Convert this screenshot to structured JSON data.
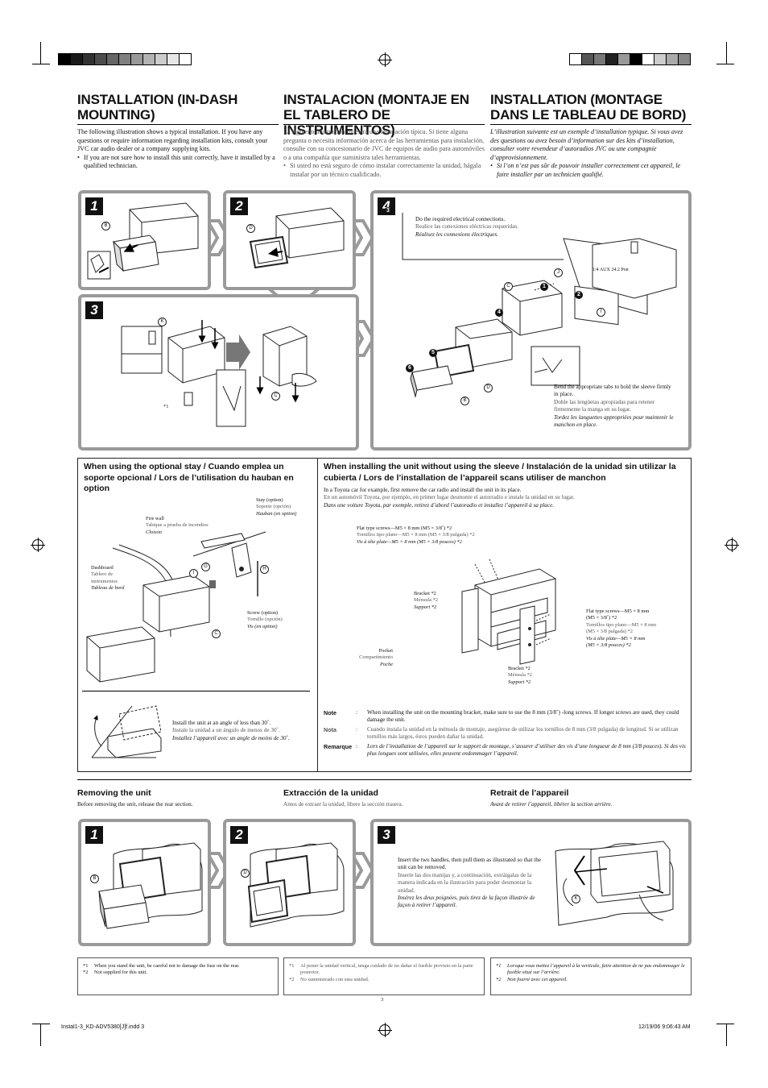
{
  "colors": {
    "panel_border": "#9a9a9a",
    "black": "#111111"
  },
  "colorbar_left": [
    "#000000",
    "#1a1a1a",
    "#333333",
    "#4d4d4d",
    "#666666",
    "#808080",
    "#999999",
    "#b3b3b3",
    "#cccccc",
    "#e6e6e6",
    "#ffffff"
  ],
  "colorbar_right": [
    "#ffffff",
    "#555555",
    "#777777",
    "#222222",
    "#999999",
    "#000000",
    "#ffffff",
    "#cccccc",
    "#aaaaaa",
    "#888888"
  ],
  "headings": {
    "en": "INSTALLATION (IN-DASH MOUNTING)",
    "es": "INSTALACION (MONTAJE EN EL TABLERO DE INSTRUMENTOS)",
    "fr": "INSTALLATION (MONTAGE DANS LE TABLEAU DE BORD)"
  },
  "intro": {
    "en": {
      "p": "The following illustration shows a typical installation. If you have any questions or require information regarding installation kits, consult your JVC car audio dealer or a company supplying kits.",
      "bullet": "If you are not sure how to install this unit correctly, have it installed by a qualified technician."
    },
    "es": {
      "p": "La siguiente ilustración muestra una instalación típica. Si tiene alguna pregunta o necesita información acerca de las herramientas para instalación, consulte con su concesionario de JVC de equipos de audio para automóviles o a una compañía que suministra tales herramientas.",
      "bullet": "Si usted no está seguro de cómo instalar correctamente la unidad, hágala instalar por un técnico cualificado."
    },
    "fr": {
      "p": "L’illustration suivante est un exemple d’installation typique. Si vous avez des questions ou avez besoin d’information sur des kits d’installation, consulter votre revendeur d’autoradios JVC ou une compagnie d’approvisionnement.",
      "bullet": "Si l’on n’est pas sûr de pouvoir installer correctement cet appareil, le faire installer par un technicien qualifié."
    }
  },
  "bullet_mark": "•",
  "steps": {
    "s1": "1",
    "s2": "2",
    "s3": "3",
    "s4": "4"
  },
  "labels": {
    "B": "B",
    "D": "D",
    "K": "K",
    "C": "C",
    "J": "J",
    "I": "I",
    "G": "G",
    "H": "H",
    "n1": "1",
    "n2": "2",
    "n3": "3",
    "n4": "4",
    "n5": "5",
    "n6": "6",
    "star1": "*1",
    "screen_text": "1/4 AUX  24.2 Pon"
  },
  "step4": {
    "wiring_en": "Do the required electrical connections.",
    "wiring_es": "Realice las conexiones eléctricas requeridas.",
    "wiring_fr": "Réalisez les connexions électriques.",
    "tabs_en": "Bend the appropriate tabs to hold the sleeve firmly in place.",
    "tabs_es": "Doble las lengüetas apropiadas para retener firmemente la manga en su lugar.",
    "tabs_fr": "Tordez les languettes appropriées pour maintenir le manchon en place."
  },
  "stay": {
    "title": "When using the optional stay / Cuando emplea un soporte opcional / Lors de l’utilisation du hauban en option",
    "stay_en": "Stay (option)",
    "stay_es": "Soporte (opción)",
    "stay_fr": "Hauban (en option)",
    "fire_en": "Fire wall",
    "fire_es": "Tabique a prueba de incendios",
    "fire_fr": "Cloison",
    "dash_en": "Dashboard",
    "dash_es1": "Tablero de",
    "dash_es2": "instrumentos",
    "dash_fr": "Tableau de bord",
    "screw_en": "Screw (option)",
    "screw_es": "Tornillo (opción)",
    "screw_fr": "Vis (en option)",
    "angle_en": "Install the unit at an angle of less than 30˚.",
    "angle_es": "Instale la unidad a un ángulo de menos de 30˚.",
    "angle_fr": "Installez l’appareil avec un angle de moins de 30˚."
  },
  "nosleeve": {
    "title": "When installing the unit without using the sleeve / Instalación de la unidad sin utilizar la cubierta / Lors de l’installation de l’appareil scans utiliser de manchon",
    "p_en": "In a Toyota car for example, first remove the car radio and install the unit in its place.",
    "p_es": "En un automóvil Toyota, por ejemplo, en primer lugar desmonte el autorradio e instale la unidad en su lugar.",
    "p_fr": "Dans une voiture Toyota, par exemple, retirez d’abord l’autoradio et installez l’appareil à sa place.",
    "flat1_en": "Flat type screws—M5 × 8 mm (M5 × 3/8˝) *2",
    "flat1_es": "Tornillos tipo plano—M5 × 8 mm (M5 × 3/8 pulgada) *2",
    "flat1_fr": "Vis à tête plate—M5 × 8 mm (M5 × 3/8 pouces) *2",
    "bracket_en": "Bracket *2",
    "bracket_es": "Ménsula *2",
    "bracket_fr": "Support *2",
    "pocket_en": "Pocket",
    "pocket_es": "Compartimiento",
    "pocket_fr": "Poche",
    "flat2_en1": "Flat type screws—M5 × 8 mm",
    "flat2_en2": "(M5 × 3/8˝) *2",
    "flat2_es1": "Tornillos tipo plano—M5 × 8 mm",
    "flat2_es2": "(M5 × 3/8 pulgada) *2",
    "flat2_fr1": "Vis à tête plate—M5 × 8 mm",
    "flat2_fr2": "(M5 × 3/8 pouces) *2"
  },
  "notes": [
    {
      "label": "Note",
      "colon": ":",
      "text": "When installing the unit on the mounting bracket, make sure to use the 8 mm (3/8˝) -long screws. If longer screws are used, they could damage the unit."
    },
    {
      "label": "Nota",
      "colon": ":",
      "text": "Cuando instala la unidad en la ménsula de montaje, asegúrese de utilizar los tornillos de 8 mm (3/8 pulgada) de longitud. Si se utilizan tornillos más largos, éstos pueden dañar la unidad."
    },
    {
      "label": "Remarque",
      "colon": ":",
      "text": "Lors de l’installation de l’appareil sur le support de montage, s’assurer d’utiliser des vis d’une longueur de 8 mm (3/8 pouces). Si des vis plus longues sont utilisées, elles peuvent endommager l’appareil."
    }
  ],
  "removing": {
    "en_title": "Removing the unit",
    "en_text": "Before removing the unit, release the rear section.",
    "es_title": "Extracción de la unidad",
    "es_text": "Antes de extraer la unidad, libere la sección trasera.",
    "fr_title": "Retrait de l’appareil",
    "fr_text": "Avant de retirer l’appareil, libérer la section arrière.",
    "handles_en": "Insert the two handles, then pull them as illustrated so that the unit can be removed.",
    "handles_es": "Inserte las dos manijas y, a continuación, extráigalas de la manera indicada en la ilustración para poder desmontar la unidad.",
    "handles_fr": "Insérez les deux poignées, puis tirez de la façon illustrée de façon à retirer l’appareil."
  },
  "footnotes": {
    "en": [
      {
        "m": "*1",
        "t": "When you stand the unit, be careful not to damage the fuse on the rear."
      },
      {
        "m": "*2",
        "t": "Not supplied for this unit."
      }
    ],
    "es": [
      {
        "m": "*1",
        "t": "Al poner la unidad vertical, tenga cuidado de no dañar el fusible provisto en la parte posterior."
      },
      {
        "m": "*2",
        "t": "No suministrado con esta unidad."
      }
    ],
    "fr": [
      {
        "m": "*1",
        "t": "Lorsque vous mettez l’appareil à la verticale, faire attention de ne pas endommager le fusible situé sur l’arrière."
      },
      {
        "m": "*2",
        "t": "Non fourni avec cet appareil."
      }
    ]
  },
  "page_number": "3",
  "slug_left": "Instal1-3_KD-ADV5380[J]f.indd   3",
  "slug_right": "12/19/06   9:06:43 AM"
}
